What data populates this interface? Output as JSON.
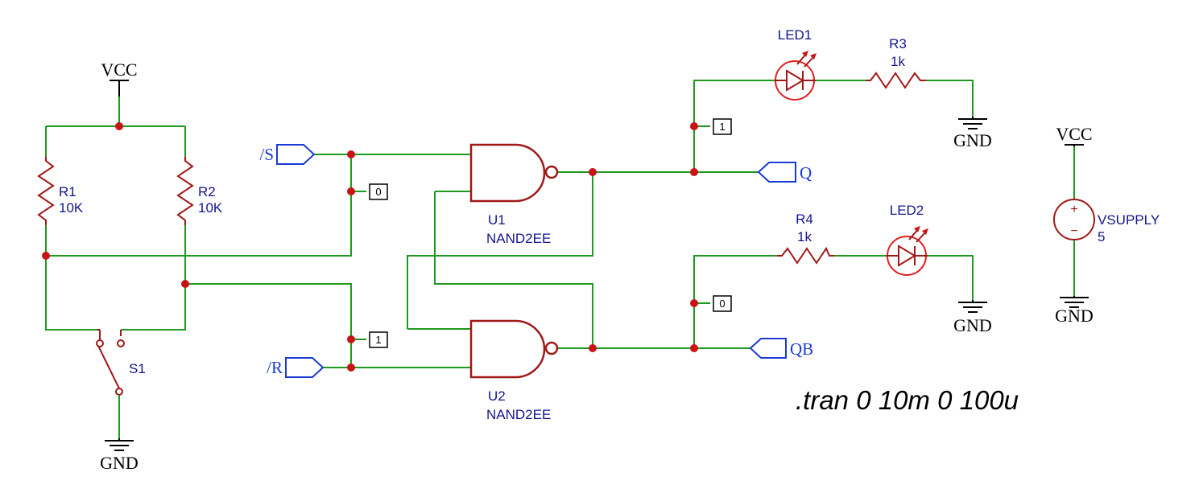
{
  "power": {
    "vcc": "VCC",
    "gnd": "GND"
  },
  "resistors": {
    "r1": {
      "ref": "R1",
      "value": "10K"
    },
    "r2": {
      "ref": "R2",
      "value": "10K"
    },
    "r3": {
      "ref": "R3",
      "value": "1k"
    },
    "r4": {
      "ref": "R4",
      "value": "1k"
    }
  },
  "switch": {
    "ref": "S1"
  },
  "gates": {
    "u1": {
      "ref": "U1",
      "model": "NAND2EE"
    },
    "u2": {
      "ref": "U2",
      "model": "NAND2EE"
    }
  },
  "leds": {
    "led1": {
      "ref": "LED1"
    },
    "led2": {
      "ref": "LED2"
    }
  },
  "supply": {
    "ref": "VSUPPLY",
    "value": "5",
    "plus": "+",
    "minus": "−"
  },
  "ports": {
    "set_n": "/S",
    "reset_n": "/R",
    "q": "Q",
    "qb": "QB"
  },
  "probes": {
    "set_line": "0",
    "reset_line": "1",
    "q_line": "1",
    "qb_line": "0"
  },
  "directive": ".tran 0 10m 0 100u"
}
